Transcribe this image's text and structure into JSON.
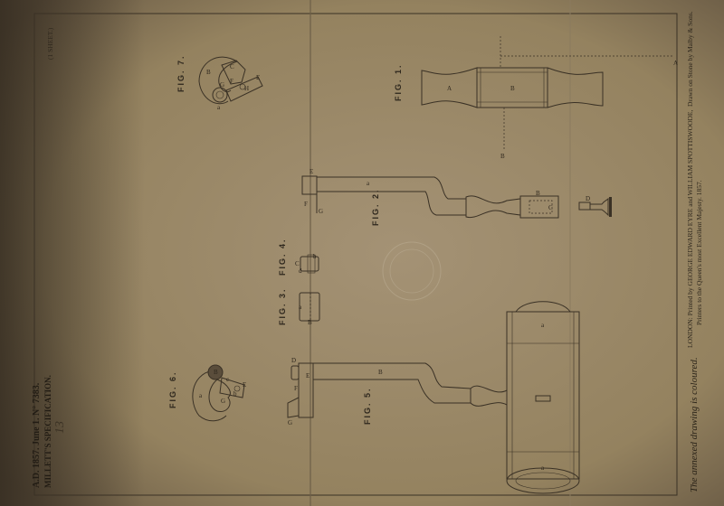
{
  "header": {
    "sheet_label": "(1 SHEET.)",
    "title_line1": "A.D. 1857. June 1. N° 7383.",
    "title_line2": "MILLETT'S SPECIFICATION.",
    "handwritten_number": "13"
  },
  "figures": {
    "fig1": {
      "label": "FIG. 1.",
      "parts": [
        "A",
        "B"
      ],
      "section_marks": [
        "A",
        "B"
      ]
    },
    "fig2": {
      "label": "FIG. 2.",
      "parts": [
        "a",
        "E",
        "F",
        "G",
        "B",
        "C",
        "D"
      ]
    },
    "fig3": {
      "label": "FIG. 3.",
      "parts": [
        "a",
        "B"
      ]
    },
    "fig4": {
      "label": "FIG. 4.",
      "parts": [
        "C",
        "d",
        "b"
      ]
    },
    "fig5": {
      "label": "FIG. 5.",
      "parts": [
        "D",
        "F",
        "E",
        "G",
        "B",
        "a",
        "a"
      ]
    },
    "fig6": {
      "label": "FIG. 6.",
      "parts": [
        "a",
        "B",
        "G",
        "c",
        "E",
        "b"
      ]
    },
    "fig7": {
      "label": "FIG. 7.",
      "parts": [
        "B",
        "C",
        "G",
        "F",
        "H",
        "E",
        "a"
      ]
    }
  },
  "footer": {
    "note": "The annexed drawing is coloured.",
    "printer_line1": "LONDON: Printed by GEORGE EDWARD EYRE and WILLIAM SPOTTISWOODE,",
    "printer_line2": "Printers to the Queen's most Excellent Majesty. 1857.",
    "lithographer": "Drawn on Stone by Malby & Sons."
  },
  "colors": {
    "paper": "#9a896b",
    "ink": "#3a3125",
    "edge": "#5e5140"
  }
}
